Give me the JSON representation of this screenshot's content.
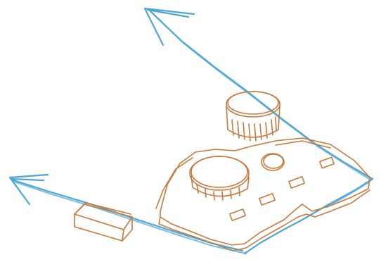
{
  "colors": {
    "background": "#ffffff",
    "sketch_orange": "#c8783a",
    "sketch_blue": "#4ea6d6"
  },
  "elements": [
    "blue-axis-arrow-up",
    "blue-axis-arrow-left",
    "orange-device-board",
    "orange-cylinder-top",
    "orange-cylinder-knob",
    "orange-small-box",
    "orange-round-button",
    "orange-small-keys"
  ]
}
